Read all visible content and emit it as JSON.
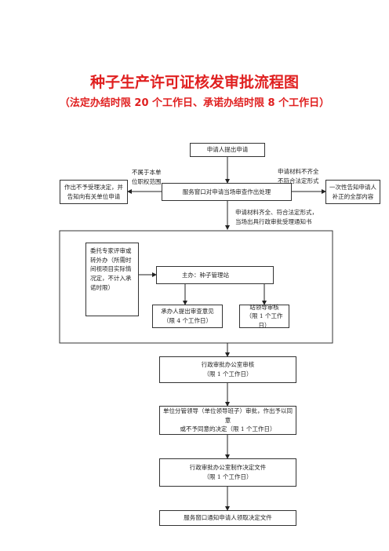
{
  "title": "种子生产许可证核发审批流程图",
  "subtitle": "（法定办结时限 20 个工作日、承诺办结时限 8 个工作日）",
  "nodes": {
    "apply": "申请人提出申请",
    "window": "服务窗口对申请当场审查作出处理",
    "reject_line1": "作出不予受理决定，并",
    "reject_line2": "告知向有关单位申请",
    "notify_line1": "一次性告知申请人",
    "notify_line2": "补正的全部内容",
    "expert_line1": "委托专家评审或",
    "expert_line2": "转外办（所需时",
    "expert_line3": "间视项目实际情",
    "expert_line4": "况定，不计入承",
    "expert_line5": "诺时限）",
    "host": "主办：种子管理站",
    "staff_line1": "承办人提出审查意见",
    "staff_line2": "（限 4 个工作日）",
    "leader_line1": "站领导审核",
    "leader_line2": "（限 1 个工作日）",
    "office_review_line1": "行政审批办公室审核",
    "office_review_line2": "（限 1 个工作日）",
    "unit_leader_line1": "单位分管领导（单位领导班子）审批，作出予以同意",
    "unit_leader_line2": "或不予同意的决定（限 1 个工作日）",
    "office_doc_line1": "行政审批办公室制作决定文件",
    "office_doc_line2": "（限 1 个工作日）",
    "final": "服务窗口通知申请人领取决定文件"
  },
  "labels": {
    "not_scope_line1": "不属于本单",
    "not_scope_line2": "位职权范围",
    "incomplete_line1": "申请材料不齐全",
    "incomplete_line2": "不符合法定形式",
    "complete_line1": "申请材料齐全、符合法定形式，",
    "complete_line2": "当场出具行政审批受理通知书"
  }
}
